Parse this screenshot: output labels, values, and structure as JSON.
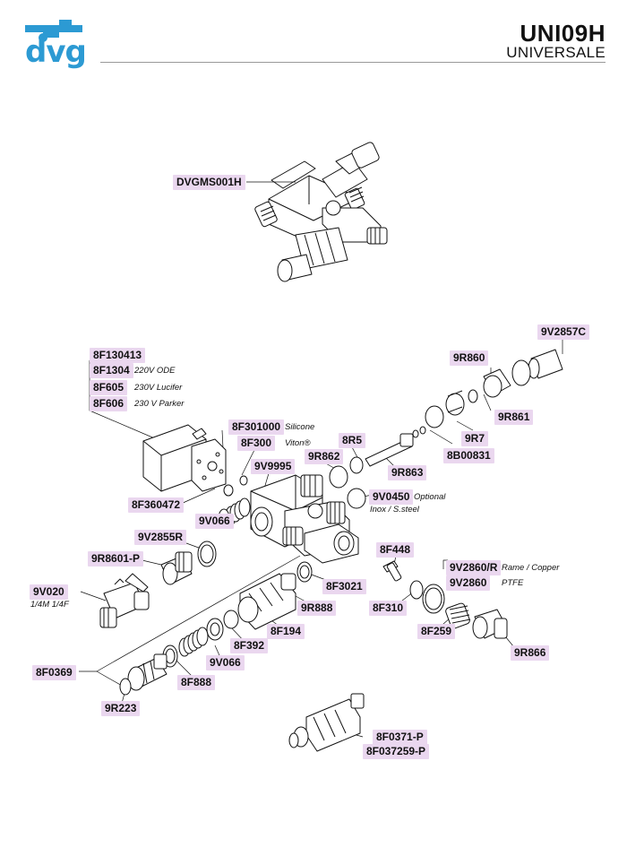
{
  "header": {
    "code": "UNI09H",
    "name": "UNIVERSALE",
    "logo_text": "dvg"
  },
  "parts": [
    {
      "key": "dvgms001h",
      "code": "DVGMS001H"
    },
    {
      "key": "9v2857c",
      "code": "9V2857C"
    },
    {
      "key": "9r860",
      "code": "9R860"
    },
    {
      "key": "8f130413",
      "code": "8F130413"
    },
    {
      "key": "8f1304",
      "code": "8F1304",
      "note": "220V ODE"
    },
    {
      "key": "8f605",
      "code": "8F605",
      "note": "230V Lucifer"
    },
    {
      "key": "8f606",
      "code": "8F606",
      "note": "230 V Parker"
    },
    {
      "key": "9r861",
      "code": "9R861"
    },
    {
      "key": "8f301000",
      "code": "8F301000",
      "note": "Silicone"
    },
    {
      "key": "8f300",
      "code": "8F300",
      "note": "Viton®"
    },
    {
      "key": "8r5",
      "code": "8R5"
    },
    {
      "key": "9r7",
      "code": "9R7"
    },
    {
      "key": "9r862",
      "code": "9R862"
    },
    {
      "key": "8b00831",
      "code": "8B00831"
    },
    {
      "key": "9v9995",
      "code": "9V9995"
    },
    {
      "key": "9r863",
      "code": "9R863"
    },
    {
      "key": "9v0450",
      "code": "9V0450",
      "note": "Optional",
      "note2": "Inox / S.steel"
    },
    {
      "key": "8f360472",
      "code": "8F360472"
    },
    {
      "key": "9v066a",
      "code": "9V066"
    },
    {
      "key": "9v2855r",
      "code": "9V2855R"
    },
    {
      "key": "8f448",
      "code": "8F448"
    },
    {
      "key": "9r8601p",
      "code": "9R8601-P"
    },
    {
      "key": "9v2860r",
      "code": "9V2860/R",
      "note": "Rame / Copper"
    },
    {
      "key": "9v2860",
      "code": "9V2860",
      "note": "PTFE"
    },
    {
      "key": "8f3021",
      "code": "8F3021"
    },
    {
      "key": "9v020",
      "code": "9V020",
      "note": "1/4M 1/4F"
    },
    {
      "key": "9r888",
      "code": "9R888"
    },
    {
      "key": "8f310",
      "code": "8F310"
    },
    {
      "key": "8f194",
      "code": "8F194"
    },
    {
      "key": "8f259",
      "code": "8F259"
    },
    {
      "key": "8f392",
      "code": "8F392"
    },
    {
      "key": "9r866",
      "code": "9R866"
    },
    {
      "key": "9v066b",
      "code": "9V066"
    },
    {
      "key": "8f0369",
      "code": "8F0369"
    },
    {
      "key": "8f888",
      "code": "8F888"
    },
    {
      "key": "9r223",
      "code": "9R223"
    },
    {
      "key": "8f0371p",
      "code": "8F0371-P"
    },
    {
      "key": "8f037259p",
      "code": "8F037259-P"
    }
  ],
  "colors": {
    "label_bg": "#ead7ef",
    "logo_blue": "#2c9ad3"
  },
  "icons": {
    "logo": "dvg-faucet-logo"
  }
}
